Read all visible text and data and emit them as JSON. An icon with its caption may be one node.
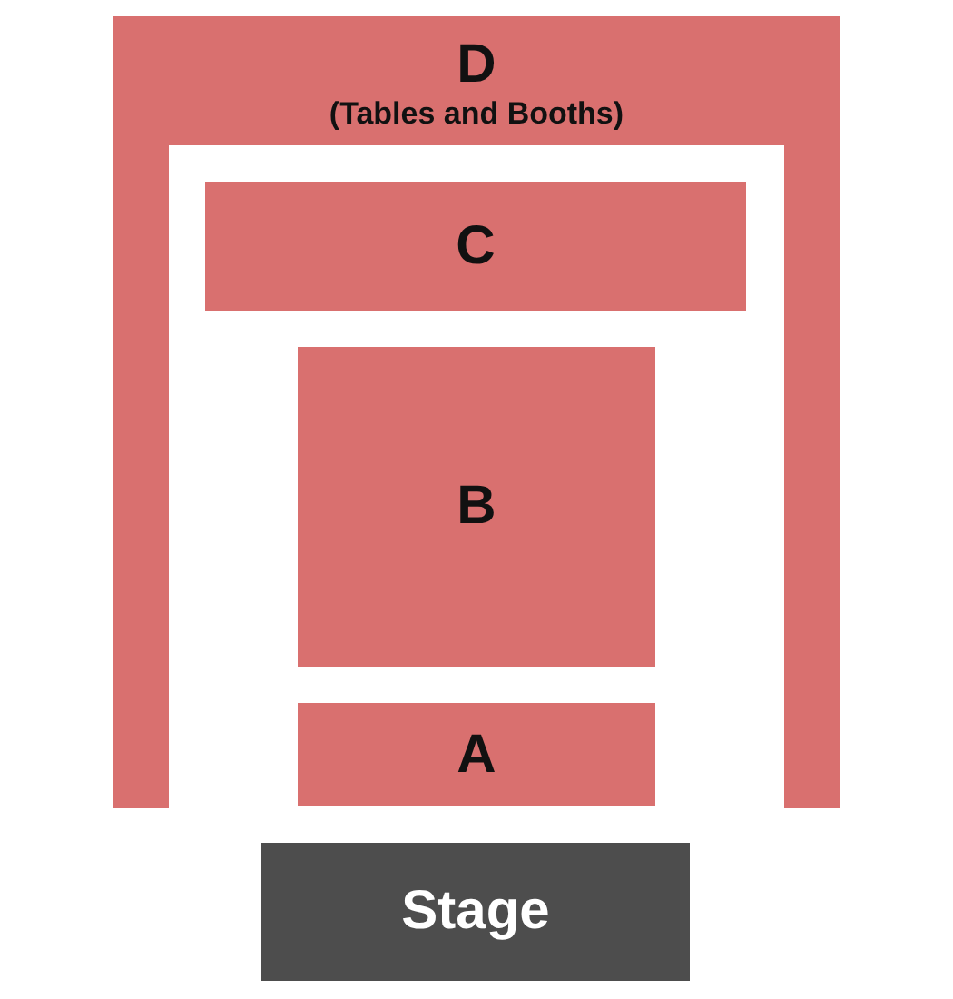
{
  "diagram": {
    "nodes": [
      {
        "text": [
          "D",
          "(Tables and Booths)"
        ]
      },
      {
        "text": [
          "C"
        ]
      },
      {
        "text": [
          "B"
        ]
      },
      {
        "text": [
          "A"
        ]
      },
      {
        "text": [
          "Stage"
        ]
      }
    ]
  }
}
